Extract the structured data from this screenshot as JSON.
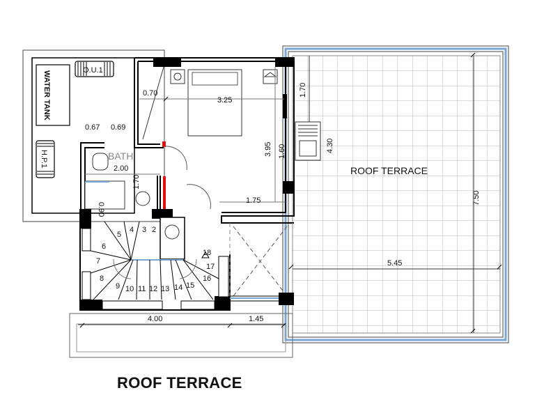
{
  "title": "ROOF TERRACE",
  "rooms": {
    "bath": "BATH",
    "terrace": "ROOF TERRACE"
  },
  "equipment": {
    "water_tank": "WATER TANK",
    "outdoor_unit": "O.U.1",
    "heat_pump": "H.P.1"
  },
  "dimensions": {
    "d070": "0.70",
    "d325": "3.25",
    "d170_top": "1.70",
    "d067": "0.67",
    "d069": "0.69",
    "d200": "2.00",
    "d170_bath": "1.70",
    "d090": "0.90",
    "d395": "3.95",
    "d160": "1.60",
    "d430": "4.30",
    "d750": "7.50",
    "d175": "1.75",
    "d545": "5.45",
    "d400": "4.00",
    "d145": "1.45"
  },
  "stairs": [
    "2",
    "3",
    "4",
    "5",
    "6",
    "7",
    "8",
    "9",
    "10",
    "11",
    "12",
    "13",
    "14",
    "15",
    "16",
    "17",
    "18"
  ],
  "colors": {
    "wall": "#000000",
    "glass": "#7aa6d6",
    "door_red": "#e01010",
    "line": "#555555"
  }
}
